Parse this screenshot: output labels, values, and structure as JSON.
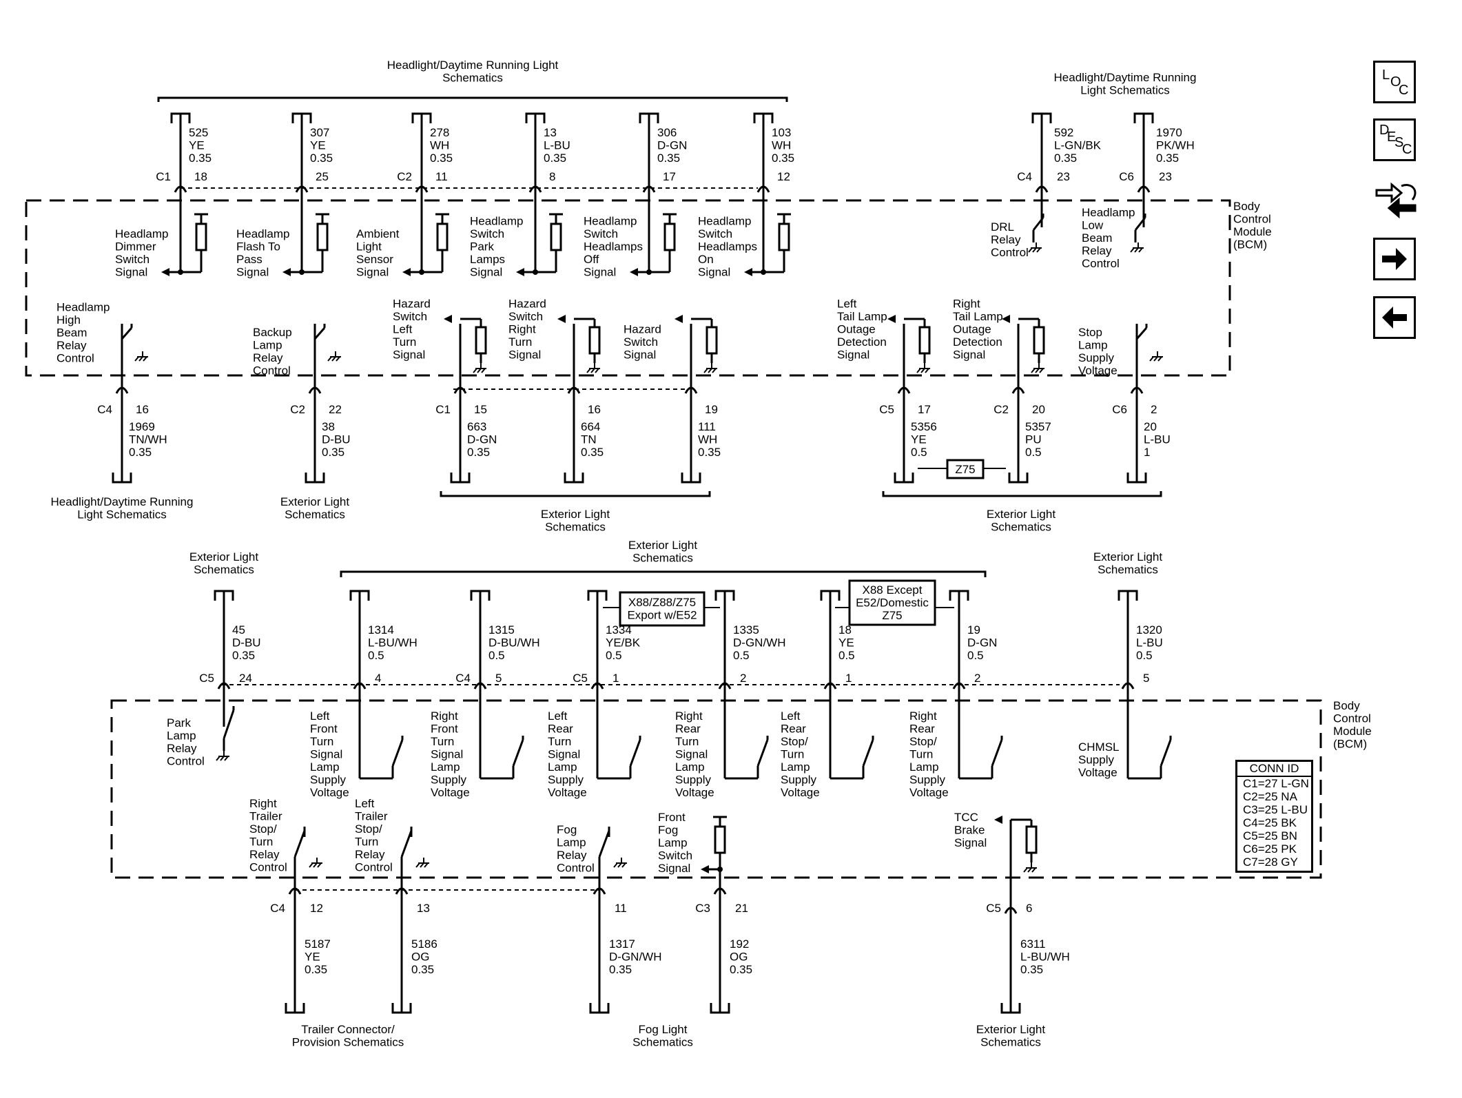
{
  "nav": {
    "loc": {
      "letters": [
        "L",
        "O",
        "C"
      ],
      "icon": "loc-icon"
    },
    "desc": {
      "letters": [
        "D",
        "E",
        "S",
        "C"
      ],
      "icon": "desc-icon"
    },
    "connector_icon": "connector-swap-icon",
    "next_icon": "arrow-right-icon",
    "prev_icon": "arrow-left-icon"
  },
  "bcm": {
    "label": [
      "Body",
      "Control",
      "Module",
      "(BCM)"
    ]
  },
  "dest": {
    "hdrl_top": [
      "Headlight/Daytime Running Light",
      "Schematics"
    ],
    "hdrl_top_right": [
      "Headlight/Daytime Running",
      "Light Schematics"
    ],
    "hdrl_bottom_left": [
      "Headlight/Daytime Running",
      "Light Schematics"
    ],
    "ext_backup": [
      "Exterior Light",
      "Schematics"
    ],
    "ext_hazard": [
      "Exterior Light",
      "Schematics"
    ],
    "ext_tail": [
      "Exterior Light",
      "Schematics"
    ],
    "ext_park": [
      "Exterior Light",
      "Schematics"
    ],
    "ext_turn": [
      "Exterior Light",
      "Schematics"
    ],
    "ext_chmsl": [
      "Exterior Light",
      "Schematics"
    ],
    "trailer": [
      "Trailer Connector/",
      "Provision Schematics"
    ],
    "fog": [
      "Fog Light",
      "Schematics"
    ],
    "ext_tcc": [
      "Exterior Light",
      "Schematics"
    ]
  },
  "conn_pins": {
    "p01": [
      "C1",
      "18"
    ],
    "p02": [
      "",
      "25"
    ],
    "p03": [
      "C2",
      "11"
    ],
    "p04": [
      "",
      "8"
    ],
    "p05": [
      "",
      "17"
    ],
    "p06": [
      "",
      "12"
    ],
    "p07": [
      "C4",
      "23"
    ],
    "p08": [
      "C6",
      "23"
    ],
    "p09": [
      "C4",
      "16"
    ],
    "p10": [
      "C2",
      "22"
    ],
    "p11": [
      "C1",
      "15"
    ],
    "p12": [
      "",
      "16"
    ],
    "p13": [
      "",
      "19"
    ],
    "p14": [
      "C5",
      "17"
    ],
    "p15": [
      "C2",
      "20"
    ],
    "p16": [
      "C6",
      "2"
    ],
    "p17": [
      "C5",
      "24"
    ],
    "p18": [
      "",
      "4"
    ],
    "p19": [
      "C4",
      "5"
    ],
    "p20": [
      "C5",
      "1"
    ],
    "p21": [
      "",
      "2"
    ],
    "p22": [
      "",
      "1"
    ],
    "p23": [
      "",
      "2"
    ],
    "p24": [
      "",
      "5"
    ],
    "p25": [
      "C4",
      "12"
    ],
    "p26": [
      "",
      "13"
    ],
    "p27": [
      "",
      "11"
    ],
    "p28": [
      "C3",
      "21"
    ],
    "p29": [
      "C5",
      "6"
    ]
  },
  "circuits": {
    "w01": [
      "525",
      "YE",
      "0.35"
    ],
    "w02": [
      "307",
      "YE",
      "0.35"
    ],
    "w03": [
      "278",
      "WH",
      "0.35"
    ],
    "w04": [
      "13",
      "L-BU",
      "0.35"
    ],
    "w05": [
      "306",
      "D-GN",
      "0.35"
    ],
    "w06": [
      "103",
      "WH",
      "0.35"
    ],
    "w07": [
      "592",
      "L-GN/BK",
      "0.35"
    ],
    "w08": [
      "1970",
      "PK/WH",
      "0.35"
    ],
    "w09": [
      "1969",
      "TN/WH",
      "0.35"
    ],
    "w10": [
      "38",
      "D-BU",
      "0.35"
    ],
    "w11": [
      "663",
      "D-GN",
      "0.35"
    ],
    "w12": [
      "664",
      "TN",
      "0.35"
    ],
    "w13": [
      "111",
      "WH",
      "0.35"
    ],
    "w14": [
      "5356",
      "YE",
      "0.5"
    ],
    "w15": [
      "5357",
      "PU",
      "0.5"
    ],
    "w16": [
      "20",
      "L-BU",
      "1"
    ],
    "w17": [
      "45",
      "D-BU",
      "0.35"
    ],
    "w18": [
      "1314",
      "L-BU/WH",
      "0.5"
    ],
    "w19": [
      "1315",
      "D-BU/WH",
      "0.5"
    ],
    "w20": [
      "1334",
      "YE/BK",
      "0.5"
    ],
    "w21": [
      "1335",
      "D-GN/WH",
      "0.5"
    ],
    "w22": [
      "18",
      "YE",
      "0.5"
    ],
    "w23": [
      "19",
      "D-GN",
      "0.5"
    ],
    "w24": [
      "1320",
      "L-BU",
      "0.5"
    ],
    "w25": [
      "5187",
      "YE",
      "0.35"
    ],
    "w26": [
      "5186",
      "OG",
      "0.35"
    ],
    "w27": [
      "1317",
      "D-GN/WH",
      "0.35"
    ],
    "w28": [
      "192",
      "OG",
      "0.35"
    ],
    "w29": [
      "6311",
      "L-BU/WH",
      "0.35"
    ]
  },
  "signals": {
    "s01": [
      "Headlamp",
      "Dimmer",
      "Switch",
      "Signal"
    ],
    "s02": [
      "Headlamp",
      "Flash To",
      "Pass",
      "Signal"
    ],
    "s03": [
      "Ambient",
      "Light",
      "Sensor",
      "Signal"
    ],
    "s04": [
      "Headlamp",
      "Switch",
      "Park",
      "Lamps",
      "Signal"
    ],
    "s05": [
      "Headlamp",
      "Switch",
      "Headlamps",
      "Off",
      "Signal"
    ],
    "s06": [
      "Headlamp",
      "Switch",
      "Headlamps",
      "On",
      "Signal"
    ],
    "s07": [
      "DRL",
      "Relay",
      "Control"
    ],
    "s08": [
      "Headlamp",
      "Low",
      "Beam",
      "Relay",
      "Control"
    ],
    "s09": [
      "Headlamp",
      "High",
      "Beam",
      "Relay",
      "Control"
    ],
    "s10": [
      "Backup",
      "Lamp",
      "Relay",
      "Control"
    ],
    "s11": [
      "Hazard",
      "Switch",
      "Left",
      "Turn",
      "Signal"
    ],
    "s12": [
      "Hazard",
      "Switch",
      "Right",
      "Turn",
      "Signal"
    ],
    "s13": [
      "Hazard",
      "Switch",
      "Signal"
    ],
    "s14": [
      "Left",
      "Tail Lamp",
      "Outage",
      "Detection",
      "Signal"
    ],
    "s15": [
      "Right",
      "Tail Lamp",
      "Outage",
      "Detection",
      "Signal"
    ],
    "s16": [
      "Stop",
      "Lamp",
      "Supply",
      "Voltage"
    ],
    "s17": [
      "Park",
      "Lamp",
      "Relay",
      "Control"
    ],
    "s18": [
      "Left",
      "Front",
      "Turn",
      "Signal",
      "Lamp",
      "Supply",
      "Voltage"
    ],
    "s19": [
      "Right",
      "Front",
      "Turn",
      "Signal",
      "Lamp",
      "Supply",
      "Voltage"
    ],
    "s20": [
      "Left",
      "Rear",
      "Turn",
      "Signal",
      "Lamp",
      "Supply",
      "Voltage"
    ],
    "s21": [
      "Right",
      "Rear",
      "Turn",
      "Signal",
      "Lamp",
      "Supply",
      "Voltage"
    ],
    "s22": [
      "Left",
      "Rear",
      "Stop/",
      "Turn",
      "Lamp",
      "Supply",
      "Voltage"
    ],
    "s23": [
      "Right",
      "Rear",
      "Stop/",
      "Turn",
      "Lamp",
      "Supply",
      "Voltage"
    ],
    "s24": [
      "CHMSL",
      "Supply",
      "Voltage"
    ],
    "s25": [
      "Right",
      "Trailer",
      "Stop/",
      "Turn",
      "Relay",
      "Control"
    ],
    "s26": [
      "Left",
      "Trailer",
      "Stop/",
      "Turn",
      "Relay",
      "Control"
    ],
    "s27": [
      "Fog",
      "Lamp",
      "Relay",
      "Control"
    ],
    "s28": [
      "Front",
      "Fog",
      "Lamp",
      "Switch",
      "Signal"
    ],
    "s29": [
      "TCC",
      "Brake",
      "Signal"
    ]
  },
  "options": {
    "z75": [
      "Z75"
    ],
    "x88_export": [
      "X88/Z88/Z75",
      "Export w/E52"
    ],
    "x88_except": [
      "X88 Except",
      "E52/Domestic",
      "Z75"
    ]
  },
  "conn_id": {
    "title": "CONN ID",
    "rows": [
      "C1=27 L-GN",
      "C2=25 NA",
      "C3=25 L-BU",
      "C4=25 BK",
      "C5=25 BN",
      "C6=25 PK",
      "C7=28 GY"
    ]
  }
}
